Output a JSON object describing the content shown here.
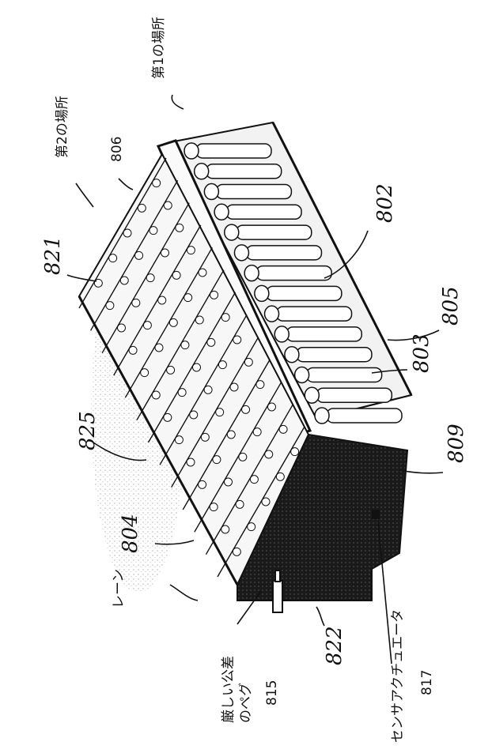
{
  "labels": {
    "first_location": "第1の場所",
    "second_location": "第2の場所",
    "lane": "レーン",
    "tight_tolerance_peg_line1": "厳しい公差",
    "tight_tolerance_peg_line2": "のペグ",
    "sensor_actuator": "センサアクチュエータ"
  },
  "ref_numbers": {
    "n806": "806",
    "n815": "815",
    "n817": "817"
  },
  "handwritten_refs": {
    "h821": "821",
    "h802": "802",
    "h805": "805",
    "h803": "803",
    "h809": "809",
    "h825": "825",
    "h804": "804",
    "h822": "822"
  }
}
